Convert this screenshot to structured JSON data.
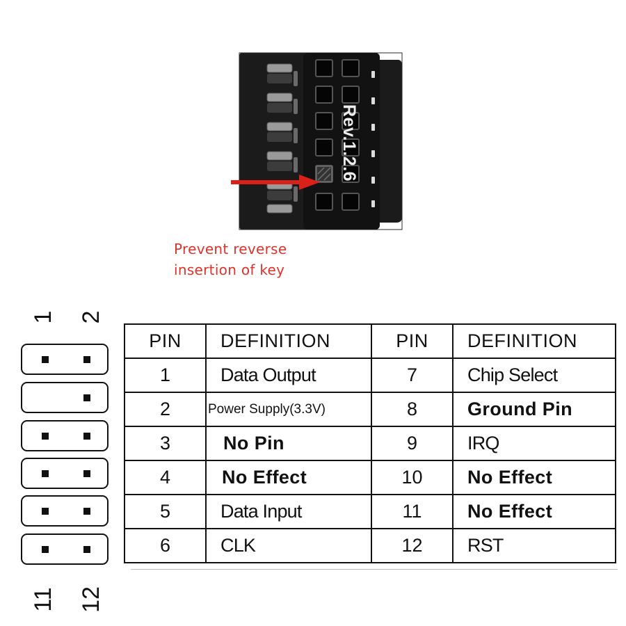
{
  "module": {
    "rev_label": "Rev.1.2.6"
  },
  "caption": {
    "line1": "Prevent reverse",
    "line2": "insertion of key",
    "color": "#e0322a"
  },
  "header_pins": {
    "top_left": "1",
    "top_right": "2",
    "bottom_left": "11",
    "bottom_right": "12"
  },
  "pin_rows": [
    {
      "left_pin": true,
      "right_pin": true
    },
    {
      "left_pin": false,
      "right_pin": true
    },
    {
      "left_pin": true,
      "right_pin": true
    },
    {
      "left_pin": true,
      "right_pin": true
    },
    {
      "left_pin": true,
      "right_pin": true
    },
    {
      "left_pin": true,
      "right_pin": true
    }
  ],
  "table": {
    "headers": [
      "PIN",
      "DEFINITION",
      "PIN",
      "DEFINITION"
    ],
    "rows": [
      {
        "pin_a": "1",
        "def_a": "Data Output",
        "pin_b": "7",
        "def_b": "Chip Select"
      },
      {
        "pin_a": "2",
        "def_a": "Power Supply(3.3V)",
        "pin_b": "8",
        "def_b": "Ground Pin"
      },
      {
        "pin_a": "3",
        "def_a": "No Pin",
        "pin_b": "9",
        "def_b": "IRQ"
      },
      {
        "pin_a": "4",
        "def_a": "No Effect",
        "pin_b": "10",
        "def_b": "No Effect"
      },
      {
        "pin_a": "5",
        "def_a": "Data Input",
        "pin_b": "11",
        "def_b": "No Effect"
      },
      {
        "pin_a": "6",
        "def_a": "CLK",
        "pin_b": "12",
        "def_b": "RST"
      }
    ]
  }
}
